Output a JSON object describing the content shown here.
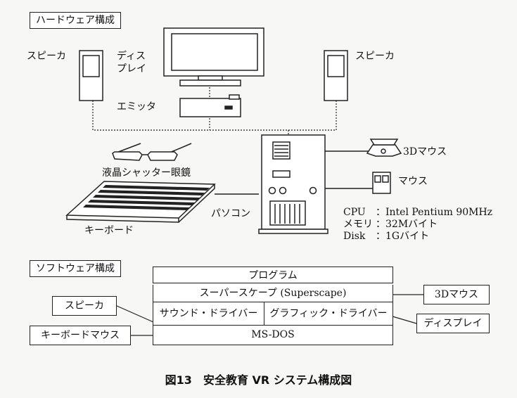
{
  "hardware": {
    "section_title": "ハードウェア構成",
    "speaker_left": "スピーカ",
    "speaker_right": "スピーカ",
    "display_line1": "ディス",
    "display_line2": "プレイ",
    "emitter": "エミッタ",
    "shutter_glasses": "液晶シャッター眼鏡",
    "keyboard": "キーボード",
    "pc": "パソコン",
    "mouse3d": "3Dマウス",
    "mouse": "マウス",
    "specs": [
      {
        "key": "CPU",
        "value": "：Intel Pentium 90MHz"
      },
      {
        "key": "メモリ",
        "value": "：32Mバイト"
      },
      {
        "key": "Disk",
        "value": "：1Gバイト"
      }
    ]
  },
  "software": {
    "section_title": "ソフトウェア構成",
    "stack": {
      "program": "プログラム",
      "superscape": "スーパースケープ (Superscape)",
      "sound_driver": "サウンド・ドライバー",
      "graphic_driver": "グラフィック・ドライバー",
      "msdos": "MS-DOS"
    },
    "left_items": {
      "speaker": "スピーカ",
      "keyboard_mouse": "キーボードマウス"
    },
    "right_items": {
      "mouse3d": "3Dマウス",
      "display": "ディスプレイ"
    }
  },
  "caption": "図13　安全教育 VR システム構成図"
}
